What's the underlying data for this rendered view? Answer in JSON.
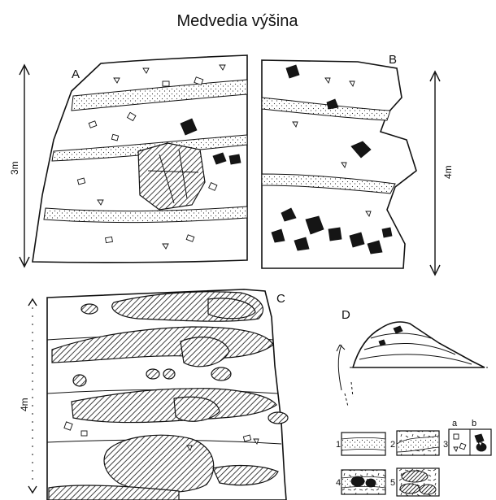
{
  "title": "Medvedia výšina",
  "panels": {
    "A": {
      "label": "A",
      "scale_label": "3m"
    },
    "B": {
      "label": "B",
      "scale_label": "4m"
    },
    "C": {
      "label": "C",
      "scale_label": "4m"
    },
    "D": {
      "label": "D"
    }
  },
  "legend": {
    "items": [
      {
        "num": "1",
        "pattern": "stipple-band"
      },
      {
        "num": "2",
        "pattern": "stippled-lens-in-breccia"
      },
      {
        "num": "3",
        "pattern": "clast-breccia",
        "sub_a": "a",
        "sub_b": "b"
      },
      {
        "num": "4",
        "pattern": "dark-boulders-in-band"
      },
      {
        "num": "5",
        "pattern": "hatched-blocks"
      }
    ]
  },
  "colors": {
    "ink": "#111111",
    "paper": "#ffffff",
    "fill_dark": "#151515"
  }
}
